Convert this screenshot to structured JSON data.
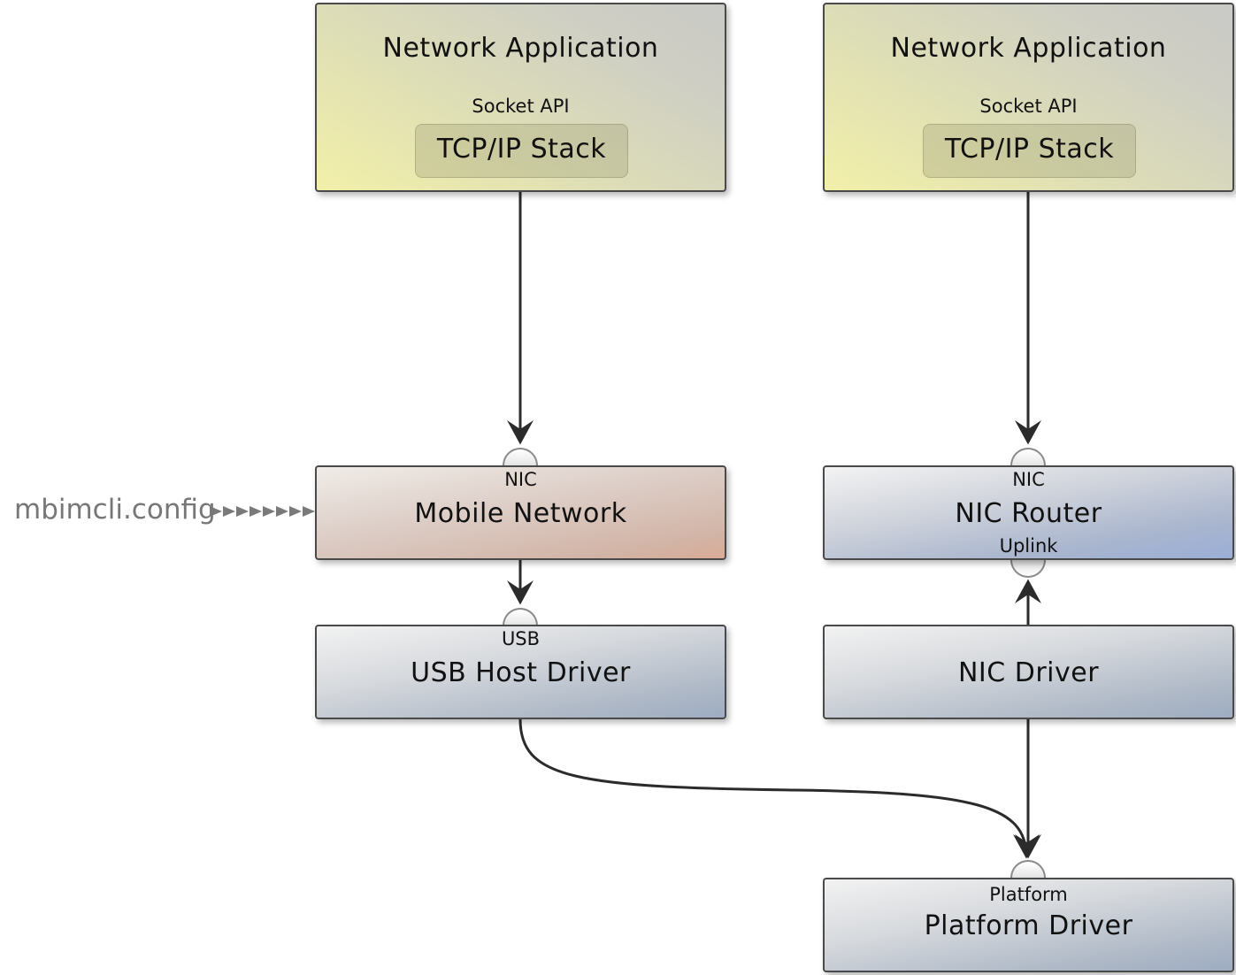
{
  "diagram": {
    "left_column": {
      "app": {
        "title": "Network Application",
        "interface_label": "Socket API",
        "stack_label": "TCP/IP Stack"
      },
      "mobile_network": {
        "port_label": "NIC",
        "title": "Mobile Network"
      },
      "usb_host_driver": {
        "port_label": "USB",
        "title": "USB Host Driver"
      }
    },
    "right_column": {
      "app": {
        "title": "Network Application",
        "interface_label": "Socket API",
        "stack_label": "TCP/IP Stack"
      },
      "nic_router": {
        "port_label_top": "NIC",
        "title": "NIC Router",
        "port_label_bottom": "Uplink"
      },
      "nic_driver": {
        "title": "NIC Driver"
      },
      "platform_driver": {
        "port_label": "Platform",
        "title": "Platform Driver"
      }
    },
    "config": {
      "label": "mbimcli.config",
      "target": "Mobile Network"
    },
    "connections": [
      {
        "from": "TCP/IP Stack (left)",
        "to": "Mobile Network",
        "via": "NIC"
      },
      {
        "from": "Mobile Network",
        "to": "USB Host Driver",
        "via": "USB"
      },
      {
        "from": "USB Host Driver",
        "to": "Platform Driver",
        "via": "Platform"
      },
      {
        "from": "TCP/IP Stack (right)",
        "to": "NIC Router",
        "via": "NIC"
      },
      {
        "from": "NIC Driver",
        "to": "NIC Router",
        "via": "Uplink"
      },
      {
        "from": "NIC Driver",
        "to": "Platform Driver",
        "via": "Platform"
      }
    ],
    "colors": {
      "wire": "#2b2b2b",
      "config_arrows": "#777777",
      "app_fill": "#f2f0a8",
      "mobile_fill": "#d9ab96",
      "router_fill": "#9aaed6",
      "driver_fill": "#9fb3cf"
    }
  }
}
